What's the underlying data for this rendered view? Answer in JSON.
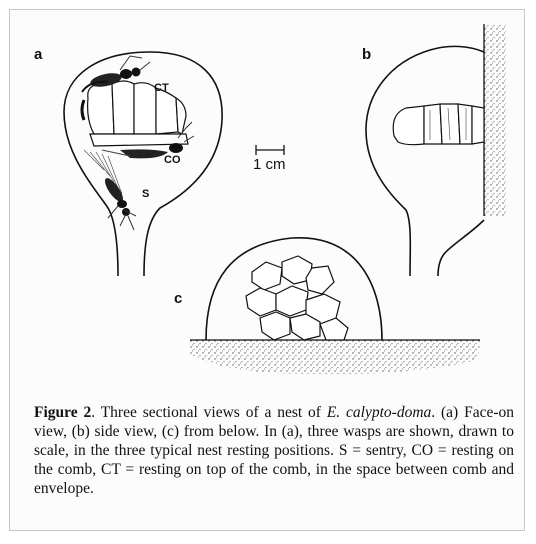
{
  "figure": {
    "panel_labels": {
      "a": "a",
      "b": "b",
      "c": "c"
    },
    "annotations": {
      "ct": "CT",
      "co": "CO",
      "s": "S"
    },
    "scale_bar": "1 cm"
  },
  "caption": {
    "figure_label": "Figure 2",
    "text_1": ". Three sectional views of a nest of ",
    "species": "E. calypto-doma",
    "text_2": ". (a) Face-on view, (b) side view, (c) from below. In (a), three wasps are shown, drawn to scale, in the three typical nest resting positions. S = sentry, CO = resting on the comb, CT = resting on top of the comb, in the space between comb and envelope."
  }
}
